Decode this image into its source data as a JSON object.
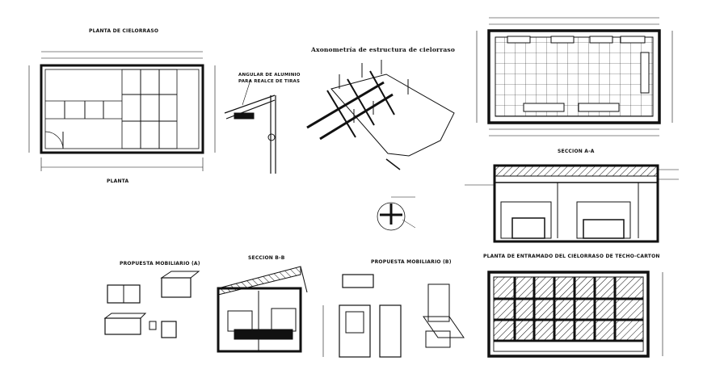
{
  "drawing": {
    "labels": {
      "plan_ceiling": "PLANTA DE CIELORRASO",
      "plan": "PLANTA",
      "angle_support": "ANGULAR DE ALUMINIO PARA REALCE DE TIRAS",
      "axonometry": "Axonometría de estructura de cielorraso",
      "section_aa": "SECCION A-A",
      "section_bb": "SECCION B-B",
      "furniture_a": "PROPUESTA MOBILIARIO (A)",
      "furniture_b": "PROPUESTA MOBILIARIO (B)",
      "ceiling_detail_plan": "PLANTA DE ENTRAMADO DEL CIELORRASO DE TECHO-CARTON"
    }
  }
}
